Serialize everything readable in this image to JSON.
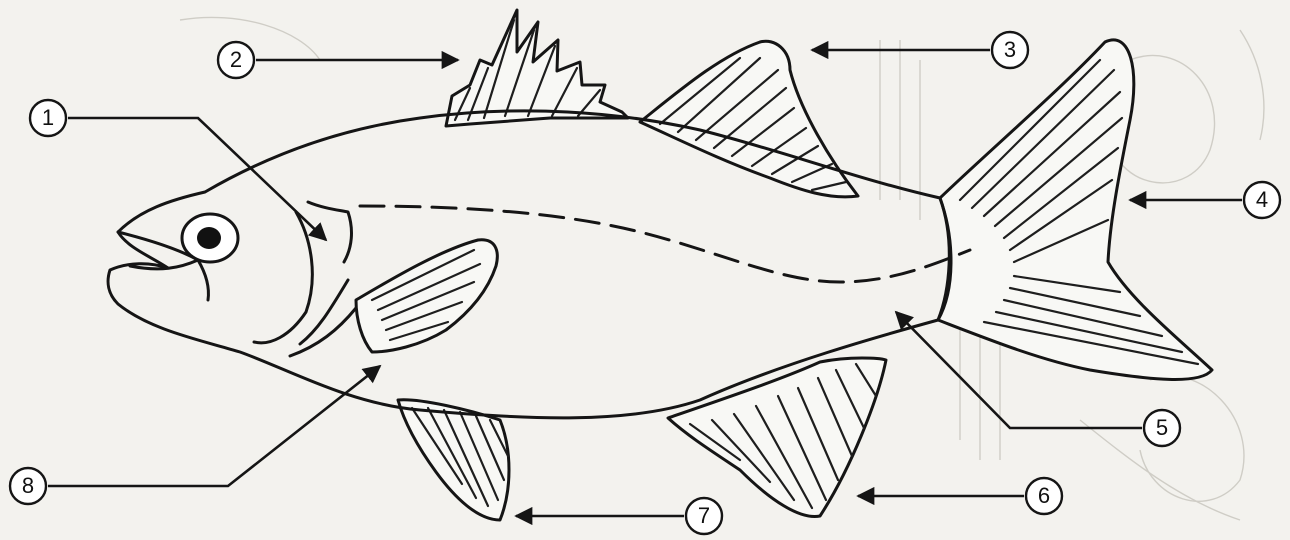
{
  "callouts": [
    {
      "number": "1",
      "part": "operculum"
    },
    {
      "number": "2",
      "part": "spiny-dorsal-fin"
    },
    {
      "number": "3",
      "part": "soft-dorsal-fin"
    },
    {
      "number": "4",
      "part": "caudal-fin"
    },
    {
      "number": "5",
      "part": "body"
    },
    {
      "number": "6",
      "part": "anal-fin"
    },
    {
      "number": "7",
      "part": "pelvic-fin"
    },
    {
      "number": "8",
      "part": "pectoral-fin"
    }
  ],
  "colors": {
    "ink": "#151515",
    "paper": "#f3f2ee",
    "bleed": "#cfcdc6"
  }
}
